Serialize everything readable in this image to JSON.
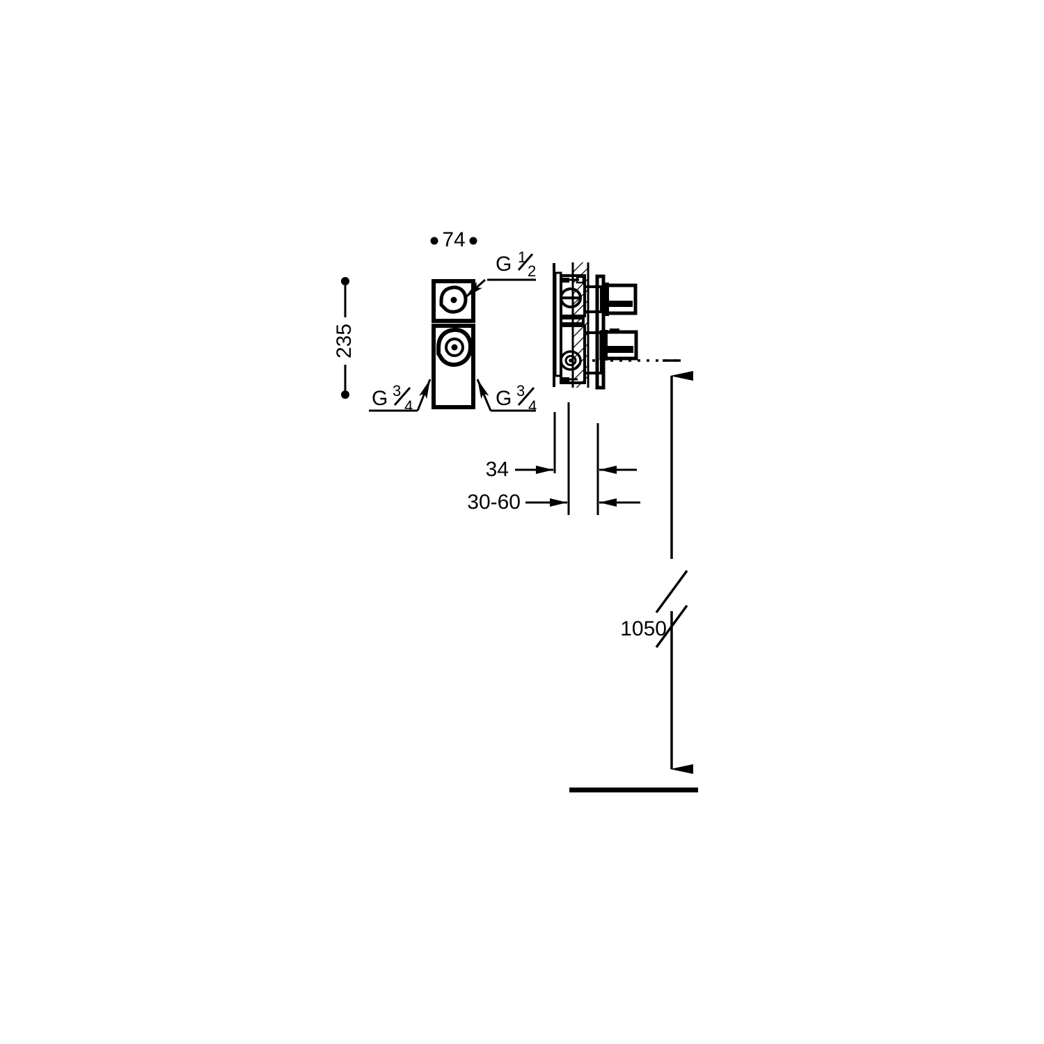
{
  "drawing": {
    "title": "Concealed thermostatic shower valve body - installation drawing",
    "units": "mm",
    "line_color": "#000000",
    "background_color": "#ffffff"
  },
  "dimensions": {
    "width_74": {
      "label": "74",
      "value": 74,
      "orientation": "horizontal",
      "marker": "dot-ended"
    },
    "height_235": {
      "label": "235",
      "value": 235,
      "orientation": "vertical-rotated",
      "marker": "dot-ended"
    },
    "depth_34": {
      "label": "34",
      "value": 34,
      "orientation": "horizontal",
      "marker": "arrow-inward"
    },
    "wall_thickness_30_60": {
      "label": "30-60",
      "value_min": 30,
      "value_max": 60,
      "orientation": "horizontal",
      "marker": "arrow-inward"
    },
    "floor_height_1050": {
      "label": "1050",
      "value": 1050,
      "orientation": "vertical",
      "marker": "arrow-both-ends-broken"
    }
  },
  "thread_callouts": [
    {
      "id": "inlet-top",
      "letter": "G",
      "numerator": "1",
      "denominator": "2",
      "full": "G 1/2",
      "position": "top-right"
    },
    {
      "id": "inlet-left",
      "letter": "G",
      "numerator": "3",
      "denominator": "4",
      "full": "G 3/4",
      "position": "bottom-left"
    },
    {
      "id": "inlet-right",
      "letter": "G",
      "numerator": "3",
      "denominator": "4",
      "full": "G 3/4",
      "position": "bottom-right"
    }
  ],
  "views": {
    "front": {
      "name": "front-elevation",
      "upper_plate": "square-outlet-plate",
      "lower_plate": "rectangular-body-plate"
    },
    "section": {
      "name": "side-section",
      "wall": "hatched-wall-section",
      "handles": [
        "upper-control-handle",
        "lower-control-handle"
      ]
    }
  },
  "floor": {
    "name": "floor-reference-line"
  }
}
